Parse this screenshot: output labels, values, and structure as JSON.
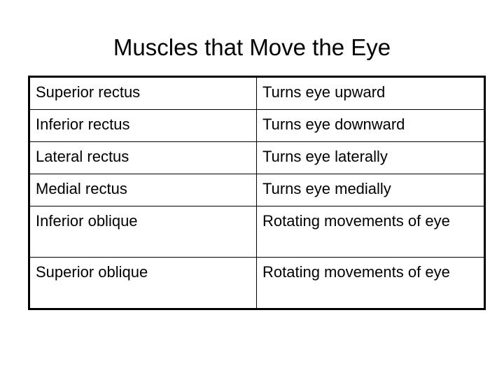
{
  "slide": {
    "title": "Muscles that Move the Eye",
    "background_color": "#ffffff",
    "text_color": "#000000",
    "border_color": "#000000"
  },
  "table": {
    "rows": [
      {
        "muscle": "Superior rectus",
        "action": "Turns eye upward"
      },
      {
        "muscle": "Inferior rectus",
        "action": "Turns eye downward"
      },
      {
        "muscle": "Lateral rectus",
        "action": "Turns eye laterally"
      },
      {
        "muscle": "Medial rectus",
        "action": "Turns eye medially"
      },
      {
        "muscle": "Inferior oblique",
        "action": "Rotating movements of eye"
      },
      {
        "muscle": "Superior oblique",
        "action": "Rotating movements of eye"
      }
    ]
  }
}
